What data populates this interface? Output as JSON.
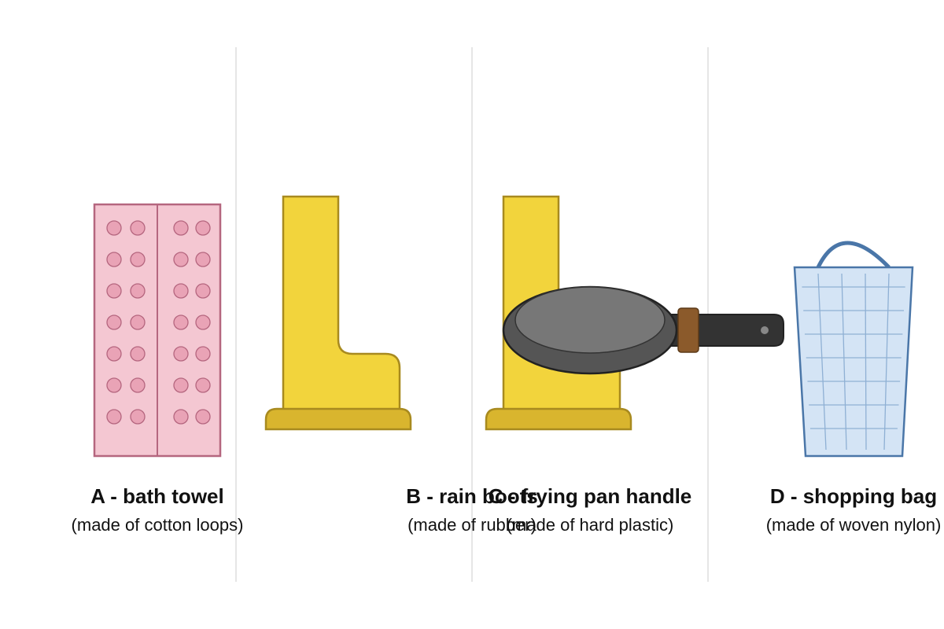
{
  "items": [
    {
      "title": "A - bath towel",
      "subtitle": "(made of cotton loops)",
      "icon": "towel-icon"
    },
    {
      "title": "B - rain boots",
      "subtitle": "(made of rubber)",
      "icon": "rain-boot-icon"
    },
    {
      "title": "C - frying pan handle",
      "subtitle": "(made of hard plastic)",
      "icon": "frying-pan-icon"
    },
    {
      "title": "D - shopping bag",
      "subtitle": "(made of woven nylon)",
      "icon": "shopping-bag-icon"
    }
  ],
  "colors": {
    "towel_fill": "#f4c7d2",
    "towel_stroke": "#b5667f",
    "towel_loop_fill": "#e9a3b6",
    "boot_fill": "#f2d43c",
    "boot_sole_fill": "#d9b52e",
    "boot_stroke": "#a88a1f",
    "pan_fill": "#555555",
    "pan_inner_fill": "#777777",
    "pan_stroke": "#222222",
    "pan_handle_fill": "#333333",
    "pan_collar_fill": "#8b5a2b",
    "bag_fill": "#d4e4f5",
    "bag_stroke": "#4a76a8",
    "bag_weave": "#8fb0d4",
    "divider": "#dddddd"
  }
}
